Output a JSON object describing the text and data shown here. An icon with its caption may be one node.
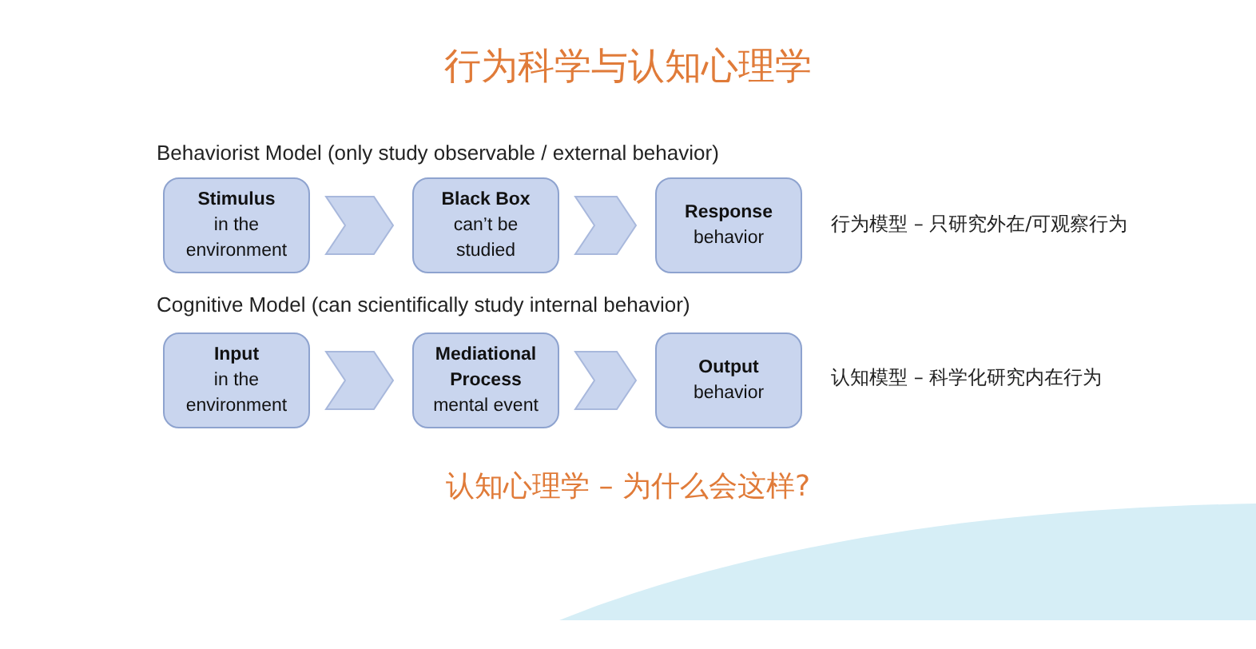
{
  "diagram": {
    "title": "行为科学与认知心理学",
    "caption": "认知心理学 – 为什么会这样?",
    "nodes": [
      {
        "text": [
          "Stimulus",
          "in the environment"
        ]
      },
      {
        "text": [
          "Black Box",
          "can’t be studied"
        ]
      },
      {
        "text": [
          "Response",
          "behavior"
        ]
      },
      {
        "text": [
          "Input",
          "in the environment"
        ]
      },
      {
        "text": [
          "Mediational Process",
          "mental event"
        ]
      },
      {
        "text": [
          "Output",
          "behavior"
        ]
      }
    ],
    "edges": [
      {
        "from": 0,
        "to": 1,
        "arrow": "to"
      },
      {
        "from": 1,
        "to": 2,
        "arrow": "to"
      },
      {
        "from": 3,
        "to": 4,
        "arrow": "to"
      },
      {
        "from": 4,
        "to": 5,
        "arrow": "to"
      }
    ],
    "labels": [
      "Behaviorist Model (only study observable / external behavior)",
      "行为模型 – 只研究外在/可观察行为",
      "Cognitive Model (can scientifically study internal behavior)",
      "认知模型 – 科学化研究内在行为"
    ]
  }
}
